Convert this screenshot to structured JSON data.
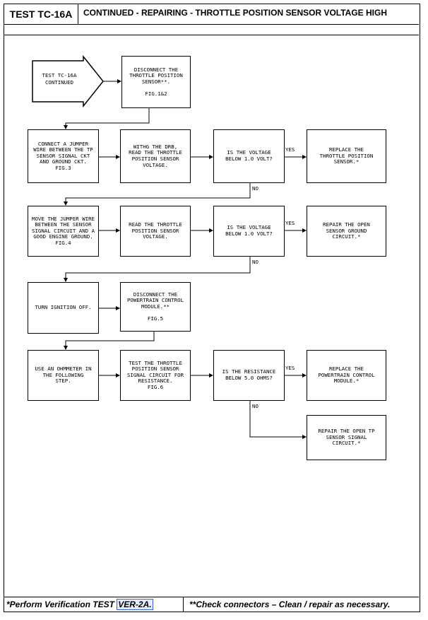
{
  "header": {
    "test_id": "TEST TC-16A",
    "title": "CONTINUED - REPAIRING - THROTTLE POSITION SENSOR VOLTAGE HIGH"
  },
  "flow": {
    "start": "TEST TC-16A\nCONTINUED",
    "disconnect_tps": "DISCONNECT THE\nTHROTTLE POSITION\nSENSOR**.\n\nFIG.1&2",
    "connect_jumper": "CONNECT A JUMPER\nWIRE BETWEEN THE TP\nSENSOR SIGNAL CKT\nAND GROUND CKT.\nFIG.3",
    "read_drb": "WITHG THE DRB,\nREAD THE THROTTLE\nPOSITION SENSOR\nVOLTAGE.",
    "q_voltage_1": "IS THE VOLTAGE\nBELOW 1.0 VOLT?",
    "replace_tps": "REPLACE THE\nTHROTTLE POSITION\nSENSOR.*",
    "move_jumper": "MOVE THE JUMPER WIRE\nBETWEEN THE SENSOR\nSIGNAL CIRCUIT AND A\nGOOD ENGINE GROUND.\nFIG.4",
    "read_tps": "READ THE THROTTLE\nPOSITION SENSOR\nVOLTAGE.",
    "q_voltage_2": "IS THE VOLTAGE\nBELOW 1.0 VOLT?",
    "repair_ground": "REPAIR THE OPEN\nSENSOR GROUND\nCIRCUIT.*",
    "ignition_off": "TURN IGNITION OFF.",
    "disconnect_pcm": "DISCONNECT THE\nPOWERTRAIN CONTROL\nMODULE.**\n\nFIG.5",
    "ohmmeter": "USE AN OHMMETER IN\nTHE FOLLOWING\nSTEP.",
    "test_signal": "TEST THE THROTTLE\nPOSITION SENSOR\nSIGNAL CIRCUIT FOR\nRESISTANCE.\nFIG.6",
    "q_resistance": "IS THE RESISTANCE\nBELOW 5.0 OHMS?",
    "replace_pcm": "REPLACE THE\nPOWERTRAIN CONTROL\nMODULE.*",
    "repair_signal": "REPAIR THE OPEN TP\nSENSOR SIGNAL\nCIRCUIT.*"
  },
  "labels": {
    "yes": "YES",
    "no": "NO"
  },
  "footer": {
    "left_prefix": "*Perform Verification TEST ",
    "left_link": "VER-2A.",
    "right": "**Check connectors – Clean / repair as necessary."
  }
}
